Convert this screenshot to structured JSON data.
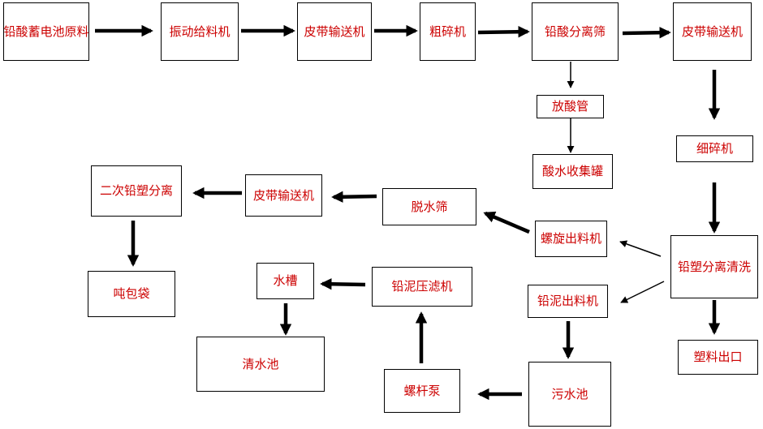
{
  "diagram": {
    "nodes": [
      {
        "id": "raw",
        "label": "铅酸蓄电池原料"
      },
      {
        "id": "feeder",
        "label": "振动给料机"
      },
      {
        "id": "belt1",
        "label": "皮带输送机"
      },
      {
        "id": "crusher",
        "label": "粗碎机"
      },
      {
        "id": "acid_sep",
        "label": "铅酸分离筛"
      },
      {
        "id": "belt2",
        "label": "皮带输送机"
      },
      {
        "id": "acid_pipe",
        "label": "放酸管"
      },
      {
        "id": "acid_tank",
        "label": "酸水收集罐"
      },
      {
        "id": "fine",
        "label": "细碎机"
      },
      {
        "id": "wash",
        "label": "铅塑分离清洗"
      },
      {
        "id": "plastic_out",
        "label": "塑料出口"
      },
      {
        "id": "screw_out",
        "label": "螺旋出料机"
      },
      {
        "id": "mud_out",
        "label": "铅泥出料机"
      },
      {
        "id": "dewater",
        "label": "脱水筛"
      },
      {
        "id": "belt3",
        "label": "皮带输送机"
      },
      {
        "id": "sep2",
        "label": "二次铅塑分离"
      },
      {
        "id": "bag",
        "label": "吨包袋"
      },
      {
        "id": "sewage",
        "label": "污水池"
      },
      {
        "id": "pump",
        "label": "螺杆泵"
      },
      {
        "id": "press",
        "label": "铅泥压滤机"
      },
      {
        "id": "trough",
        "label": "水槽"
      },
      {
        "id": "clear",
        "label": "清水池"
      }
    ],
    "edges": [
      {
        "from": "raw",
        "to": "feeder"
      },
      {
        "from": "feeder",
        "to": "belt1"
      },
      {
        "from": "belt1",
        "to": "crusher"
      },
      {
        "from": "crusher",
        "to": "acid_sep"
      },
      {
        "from": "acid_sep",
        "to": "belt2"
      },
      {
        "from": "acid_sep",
        "to": "acid_pipe"
      },
      {
        "from": "acid_pipe",
        "to": "acid_tank"
      },
      {
        "from": "belt2",
        "to": "fine"
      },
      {
        "from": "fine",
        "to": "wash"
      },
      {
        "from": "wash",
        "to": "plastic_out"
      },
      {
        "from": "wash",
        "to": "screw_out"
      },
      {
        "from": "wash",
        "to": "mud_out"
      },
      {
        "from": "screw_out",
        "to": "dewater"
      },
      {
        "from": "dewater",
        "to": "belt3"
      },
      {
        "from": "belt3",
        "to": "sep2"
      },
      {
        "from": "sep2",
        "to": "bag"
      },
      {
        "from": "mud_out",
        "to": "sewage"
      },
      {
        "from": "sewage",
        "to": "pump"
      },
      {
        "from": "pump",
        "to": "press"
      },
      {
        "from": "press",
        "to": "trough"
      },
      {
        "from": "trough",
        "to": "clear"
      }
    ]
  },
  "colors": {
    "text": "#cc0000",
    "line": "#000000"
  }
}
